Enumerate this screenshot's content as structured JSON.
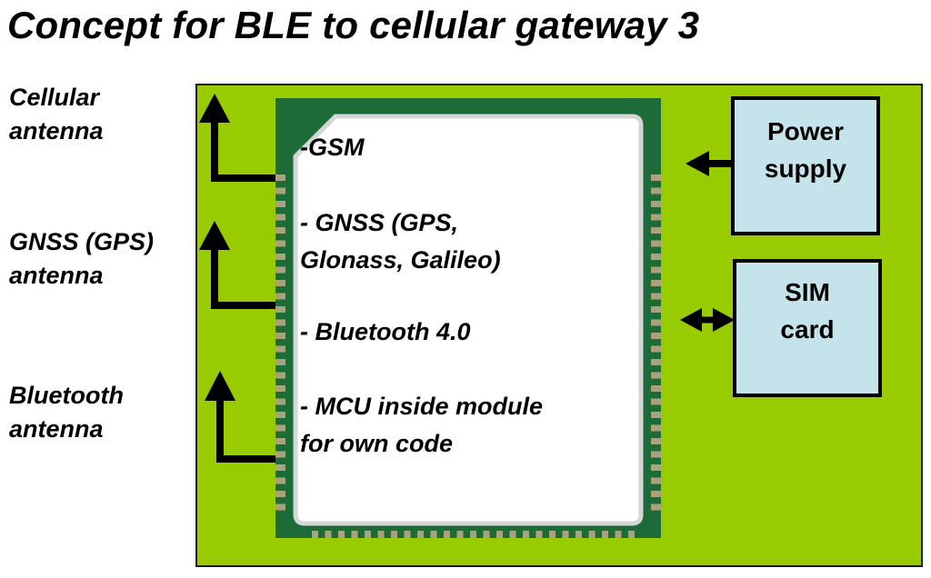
{
  "title": "Concept for BLE to cellular gateway 3",
  "antennas": [
    {
      "line1": "Cellular",
      "line2": "antenna"
    },
    {
      "line1": "GNSS (GPS)",
      "line2": "antenna"
    },
    {
      "line1": "Bluetooth",
      "line2": "antenna"
    }
  ],
  "module": {
    "features": [
      {
        "line1": "-GSM",
        "line2": ""
      },
      {
        "line1": "- GNSS (GPS,",
        "line2": "Glonass, Galileo)"
      },
      {
        "line1": "- Bluetooth  4.0",
        "line2": ""
      },
      {
        "line1": "- MCU inside module",
        "line2": "for own code"
      }
    ]
  },
  "power_supply": {
    "line1": "Power",
    "line2": "supply"
  },
  "sim_card": {
    "line1": "SIM",
    "line2": "card"
  },
  "colors": {
    "board": "#99cc00",
    "module_pads": "#1e6b3a",
    "module_face": "#ffffff",
    "box_fill": "#c5e3ea"
  }
}
